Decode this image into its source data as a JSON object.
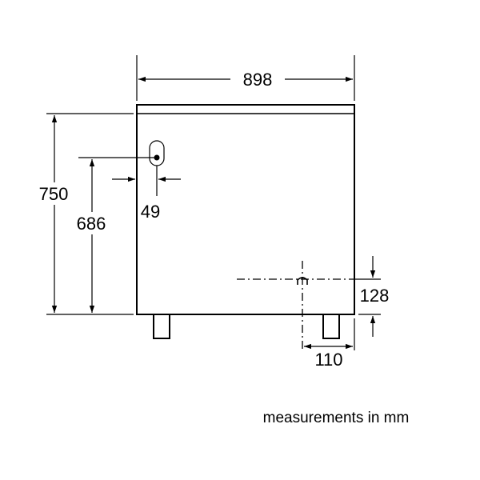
{
  "diagram": {
    "dimensions": {
      "width": "898",
      "height_total": "750",
      "height_connection": "686",
      "offset_connection": "49",
      "drain_height": "128",
      "drain_offset": "110"
    },
    "note": "measurements in mm"
  }
}
